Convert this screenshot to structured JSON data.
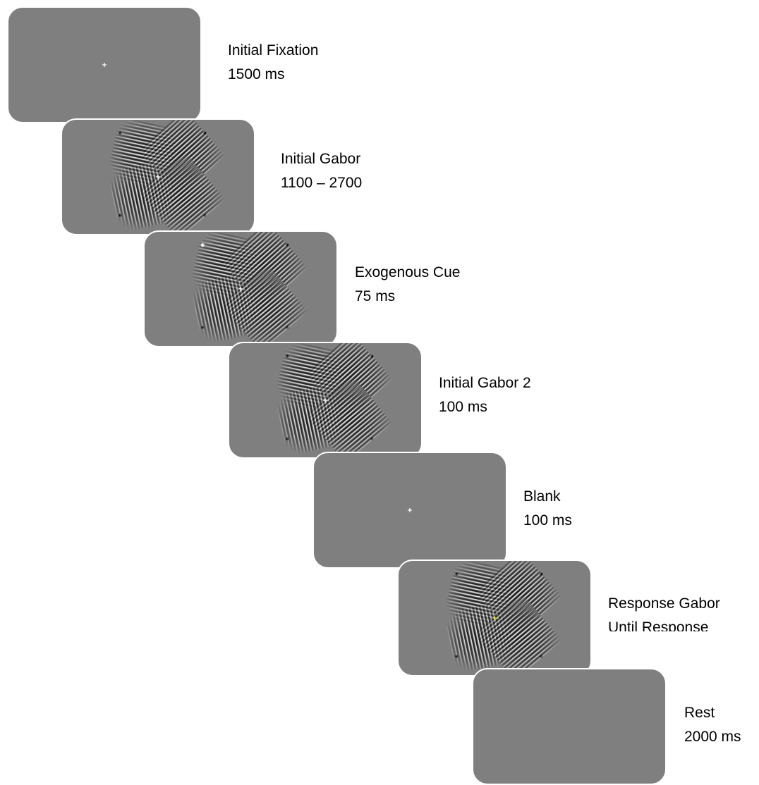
{
  "frames": [
    {
      "id": "initial-fixation",
      "name": "Initial Fixation",
      "duration": "1500 ms",
      "content": "fixation"
    },
    {
      "id": "initial-gabor",
      "name": "Initial Gabor",
      "duration": "1100 – 2700",
      "content": "gabors",
      "cue": false,
      "fixation_color": "#ffffff"
    },
    {
      "id": "exogenous-cue",
      "name": "Exogenous Cue",
      "duration": "75 ms",
      "content": "gabors",
      "cue": true,
      "fixation_color": "#ffffff"
    },
    {
      "id": "initial-gabor-2",
      "name": "Initial Gabor 2",
      "duration": "100 ms",
      "content": "gabors",
      "cue": false,
      "fixation_color": "#ffffff"
    },
    {
      "id": "blank",
      "name": "Blank",
      "duration": "100 ms",
      "content": "fixation"
    },
    {
      "id": "response-gabor",
      "name": "Response Gabor",
      "duration": "Until Response",
      "content": "gabors",
      "cue": false,
      "fixation_color": "#e8e23a"
    },
    {
      "id": "rest",
      "name": "Rest",
      "duration": "2000 ms",
      "content": "empty"
    }
  ],
  "colors": {
    "panel": "#7f7f7f",
    "fixation": "#ffffff",
    "response_fixation": "#e8e23a",
    "placeholder": "#111111",
    "cue": "#ffffff"
  }
}
